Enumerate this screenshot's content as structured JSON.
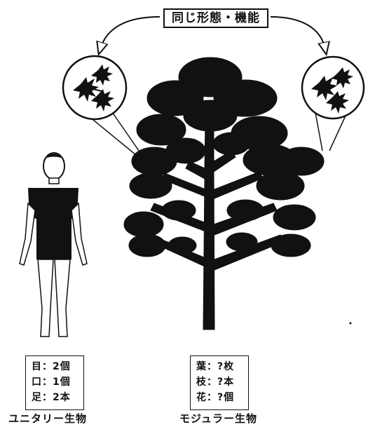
{
  "header_label": "同じ形態・機能",
  "unitary": {
    "caption": "ユニタリー生物",
    "counts": [
      {
        "label": "目",
        "value": "2個"
      },
      {
        "label": "口",
        "value": "1個"
      },
      {
        "label": "足",
        "value": "2本"
      }
    ]
  },
  "modular": {
    "caption": "モジュラー生物",
    "counts": [
      {
        "label": "葉",
        "value": "?枚"
      },
      {
        "label": "枝",
        "value": "?本"
      },
      {
        "label": "花",
        "value": "?個"
      }
    ]
  }
}
